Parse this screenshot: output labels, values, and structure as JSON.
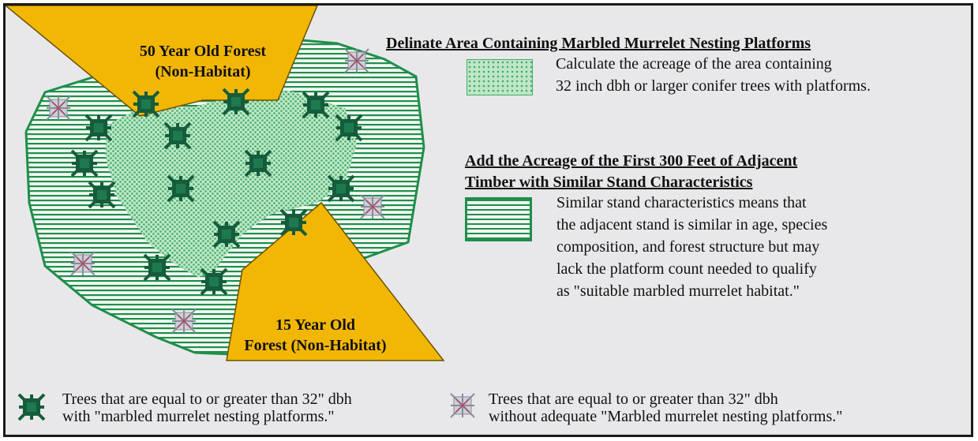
{
  "map": {
    "forest_50": {
      "line1": "50 Year Old Forest",
      "line2": "(Non-Habitat)"
    },
    "forest_15": {
      "line1": "15 Year Old",
      "line2": "Forest (Non-Habitat)"
    }
  },
  "sections": {
    "delineate": {
      "heading": "Delinate Area Containing Marbled Murrelet Nesting Platforms",
      "line1": "Calculate the acreage of the area containing",
      "line2": "32 inch dbh or larger conifer trees with platforms."
    },
    "adjacent": {
      "heading1": "Add the Acreage of the First 300 Feet of Adjacent",
      "heading2": "Timber with Similar Stand Characteristics",
      "lines": [
        "Similar stand characteristics means that",
        "the adjacent stand is similar in age, species",
        "composition, and forest structure but may",
        "lack the platform count needed to qualify",
        "as \"suitable marbled murrelet habitat.\""
      ]
    }
  },
  "legend": {
    "with_platforms": {
      "line1": "Trees that are equal to or greater than 32\" dbh",
      "line2": "with \"marbled murrelet nesting platforms.\""
    },
    "without_platforms": {
      "line1": "Trees that are equal to or greater than 32\" dbh",
      "line2": "without adequate \"Marbled murrelet nesting platforms.\""
    }
  },
  "colors": {
    "background": "#e8e8ea",
    "stripe_green": "#1f8f4a",
    "crosshatch_green": "#8fd3a4",
    "platform_tree": "#155c3c",
    "non_habitat_gold": "#f2b705",
    "non_platform_tree": "#8a8a9c"
  }
}
